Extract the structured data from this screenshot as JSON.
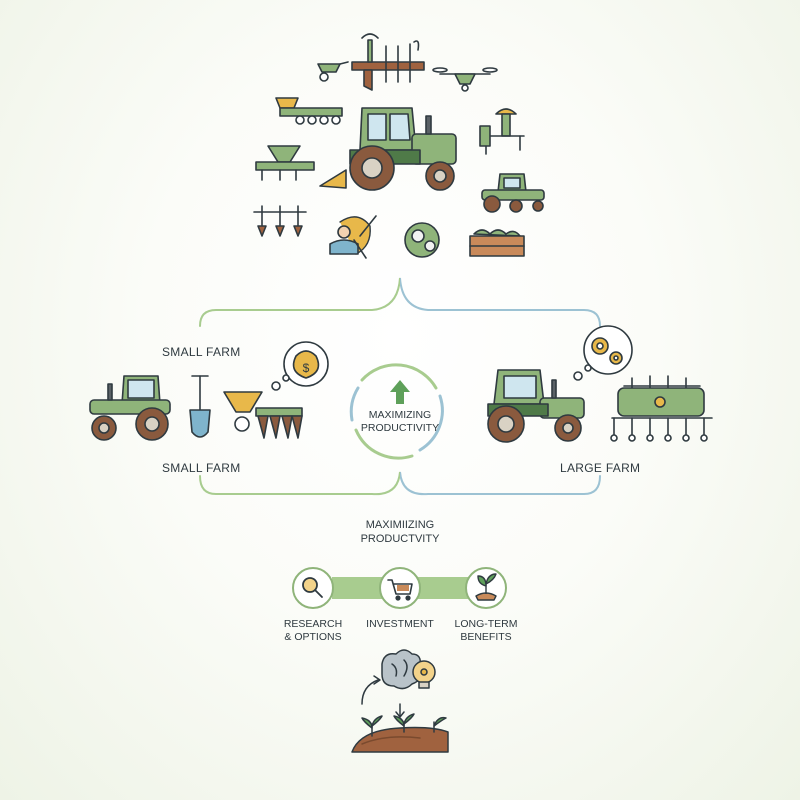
{
  "labels": {
    "small_farm_top": "SMALL FARM",
    "small_farm": "SMALL FARM",
    "large_farm": "LARGE FARM",
    "center_line1": "MAXIMIZING",
    "center_line2": "PRODUCTIVITY",
    "mid_line1": "MAXIMIIZING",
    "mid_line2": "PRODUCTVITY"
  },
  "steps": [
    {
      "line1": "RESEARCH",
      "line2": "& OPTIONS",
      "icon": "magnifier-icon"
    },
    {
      "line1": "INVESTMENT",
      "line2": "",
      "icon": "shopping-cart-icon"
    },
    {
      "line1": "LONG-TERM",
      "line2": "BENEFITS",
      "icon": "sprout-icon"
    }
  ],
  "colors": {
    "green": "#8fb47a",
    "dark_green": "#4f7a48",
    "blue": "#93b8c9",
    "gold": "#e8b84a",
    "soil": "#a0623f",
    "outline": "#2f3a40"
  }
}
